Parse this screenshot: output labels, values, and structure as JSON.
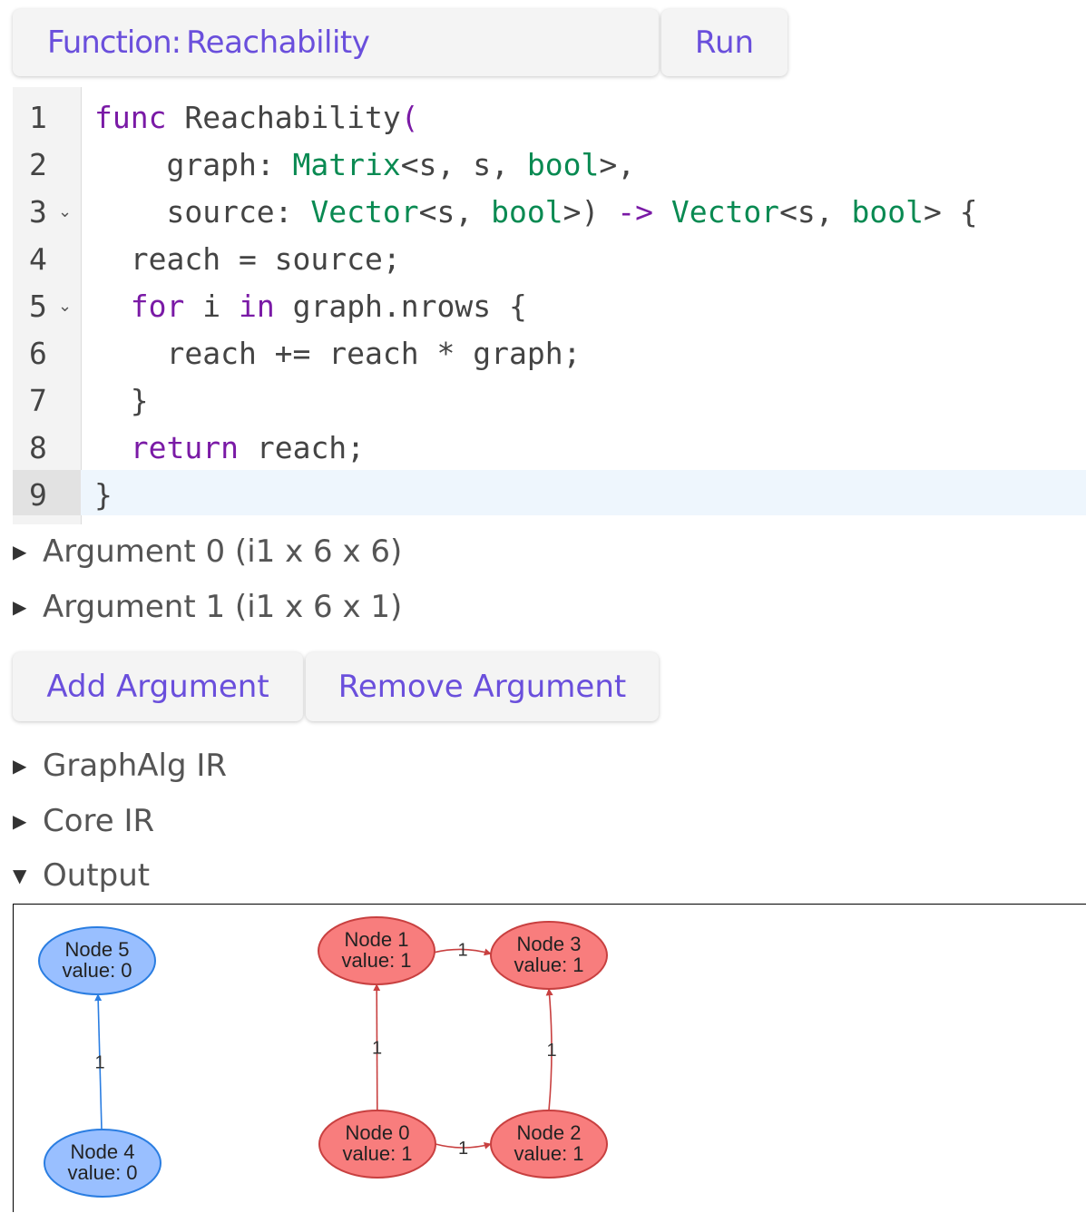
{
  "function_bar": {
    "label": "Function:",
    "value": "Reachability",
    "run_label": "Run"
  },
  "editor": {
    "line_numbers": [
      "1",
      "2",
      "3",
      "4",
      "5",
      "6",
      "7",
      "8",
      "9"
    ],
    "lines": [
      [
        {
          "t": "func",
          "c": "kw"
        },
        {
          "t": " Reachability",
          "c": ""
        },
        {
          "t": "(",
          "c": "kw"
        }
      ],
      [
        {
          "t": "    graph: ",
          "c": ""
        },
        {
          "t": "Matrix",
          "c": "ty"
        },
        {
          "t": "<s, s, ",
          "c": ""
        },
        {
          "t": "bool",
          "c": "ty"
        },
        {
          "t": ">,",
          "c": ""
        }
      ],
      [
        {
          "t": "    source: ",
          "c": ""
        },
        {
          "t": "Vector",
          "c": "ty"
        },
        {
          "t": "<s, ",
          "c": ""
        },
        {
          "t": "bool",
          "c": "ty"
        },
        {
          "t": ">) ",
          "c": ""
        },
        {
          "t": "->",
          "c": "kw"
        },
        {
          "t": " ",
          "c": ""
        },
        {
          "t": "Vector",
          "c": "ty"
        },
        {
          "t": "<s, ",
          "c": ""
        },
        {
          "t": "bool",
          "c": "ty"
        },
        {
          "t": "> {",
          "c": ""
        }
      ],
      [
        {
          "t": "  reach = source;",
          "c": ""
        }
      ],
      [
        {
          "t": "  ",
          "c": ""
        },
        {
          "t": "for",
          "c": "kw"
        },
        {
          "t": " i ",
          "c": ""
        },
        {
          "t": "in",
          "c": "kw"
        },
        {
          "t": " graph.nrows {",
          "c": ""
        }
      ],
      [
        {
          "t": "    reach += reach * graph;",
          "c": ""
        }
      ],
      [
        {
          "t": "  }",
          "c": ""
        }
      ],
      [
        {
          "t": "  ",
          "c": ""
        },
        {
          "t": "return",
          "c": "kw"
        },
        {
          "t": " reach;",
          "c": ""
        }
      ],
      [
        {
          "t": "}",
          "c": ""
        }
      ]
    ]
  },
  "arguments": [
    {
      "label": "Argument 0 (i1 x 6 x 6)"
    },
    {
      "label": "Argument 1 (i1 x 6 x 1)"
    }
  ],
  "buttons": {
    "add_argument": "Add Argument",
    "remove_argument": "Remove Argument"
  },
  "sections": {
    "graphalg_ir": "GraphAlg IR",
    "core_ir": "Core IR",
    "output": "Output"
  },
  "graph": {
    "colors": {
      "blue_fill": "#99bfff",
      "blue_stroke": "#2a7de1",
      "red_fill": "#f87d7d",
      "red_stroke": "#c84040"
    },
    "nodes": [
      {
        "id": "node5",
        "name": "Node 5",
        "value": "value: 0",
        "color": "blue"
      },
      {
        "id": "node4",
        "name": "Node 4",
        "value": "value: 0",
        "color": "blue"
      },
      {
        "id": "node1",
        "name": "Node 1",
        "value": "value: 1",
        "color": "red"
      },
      {
        "id": "node3",
        "name": "Node 3",
        "value": "value: 1",
        "color": "red"
      },
      {
        "id": "node0",
        "name": "Node 0",
        "value": "value: 1",
        "color": "red"
      },
      {
        "id": "node2",
        "name": "Node 2",
        "value": "value: 1",
        "color": "red"
      }
    ],
    "edges": [
      {
        "from": "node4",
        "to": "node5",
        "label": "1"
      },
      {
        "from": "node0",
        "to": "node1",
        "label": "1"
      },
      {
        "from": "node1",
        "to": "node3",
        "label": "1"
      },
      {
        "from": "node0",
        "to": "node2",
        "label": "1"
      },
      {
        "from": "node2",
        "to": "node3",
        "label": "1"
      }
    ]
  }
}
